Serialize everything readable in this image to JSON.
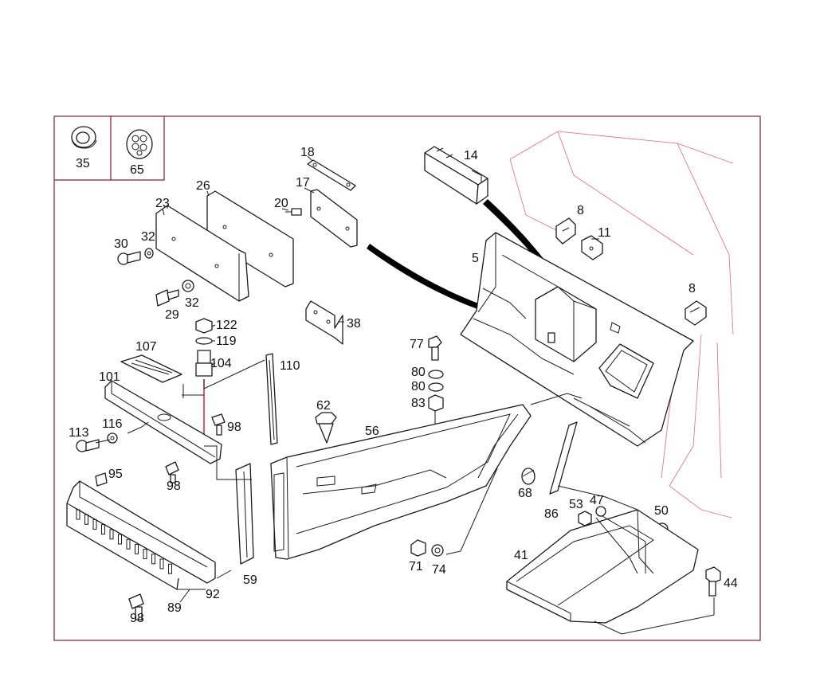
{
  "inset_labels": [
    "35",
    "65"
  ],
  "part_labels": {
    "p14": "14",
    "p18": "18",
    "p17": "17",
    "p20": "20",
    "p26": "26",
    "p23": "23",
    "p30": "30",
    "p32a": "32",
    "p32b": "32",
    "p29": "29",
    "p5": "5",
    "p8a": "8",
    "p11": "11",
    "p8b": "8",
    "p38": "38",
    "p122": "122",
    "p119": "119",
    "p104": "104",
    "p107": "107",
    "p110": "110",
    "p101": "101",
    "p77": "77",
    "p80a": "80",
    "p80b": "80",
    "p83": "83",
    "p62": "62",
    "p56": "56",
    "p113": "113",
    "p116": "116",
    "p98a": "98",
    "p98b": "98",
    "p95": "95",
    "p68": "68",
    "p86": "86",
    "p53": "53",
    "p47": "47",
    "p50": "50",
    "p41": "41",
    "p44": "44",
    "p71": "71",
    "p74": "74",
    "p59": "59",
    "p92": "92",
    "p98c": "98",
    "p89": "89"
  },
  "colors": {
    "frame": "#8b1a2b",
    "highlight_line": "#c8102e",
    "ghost_outline": "#e06a7a",
    "ink": "#1a1a1a"
  }
}
